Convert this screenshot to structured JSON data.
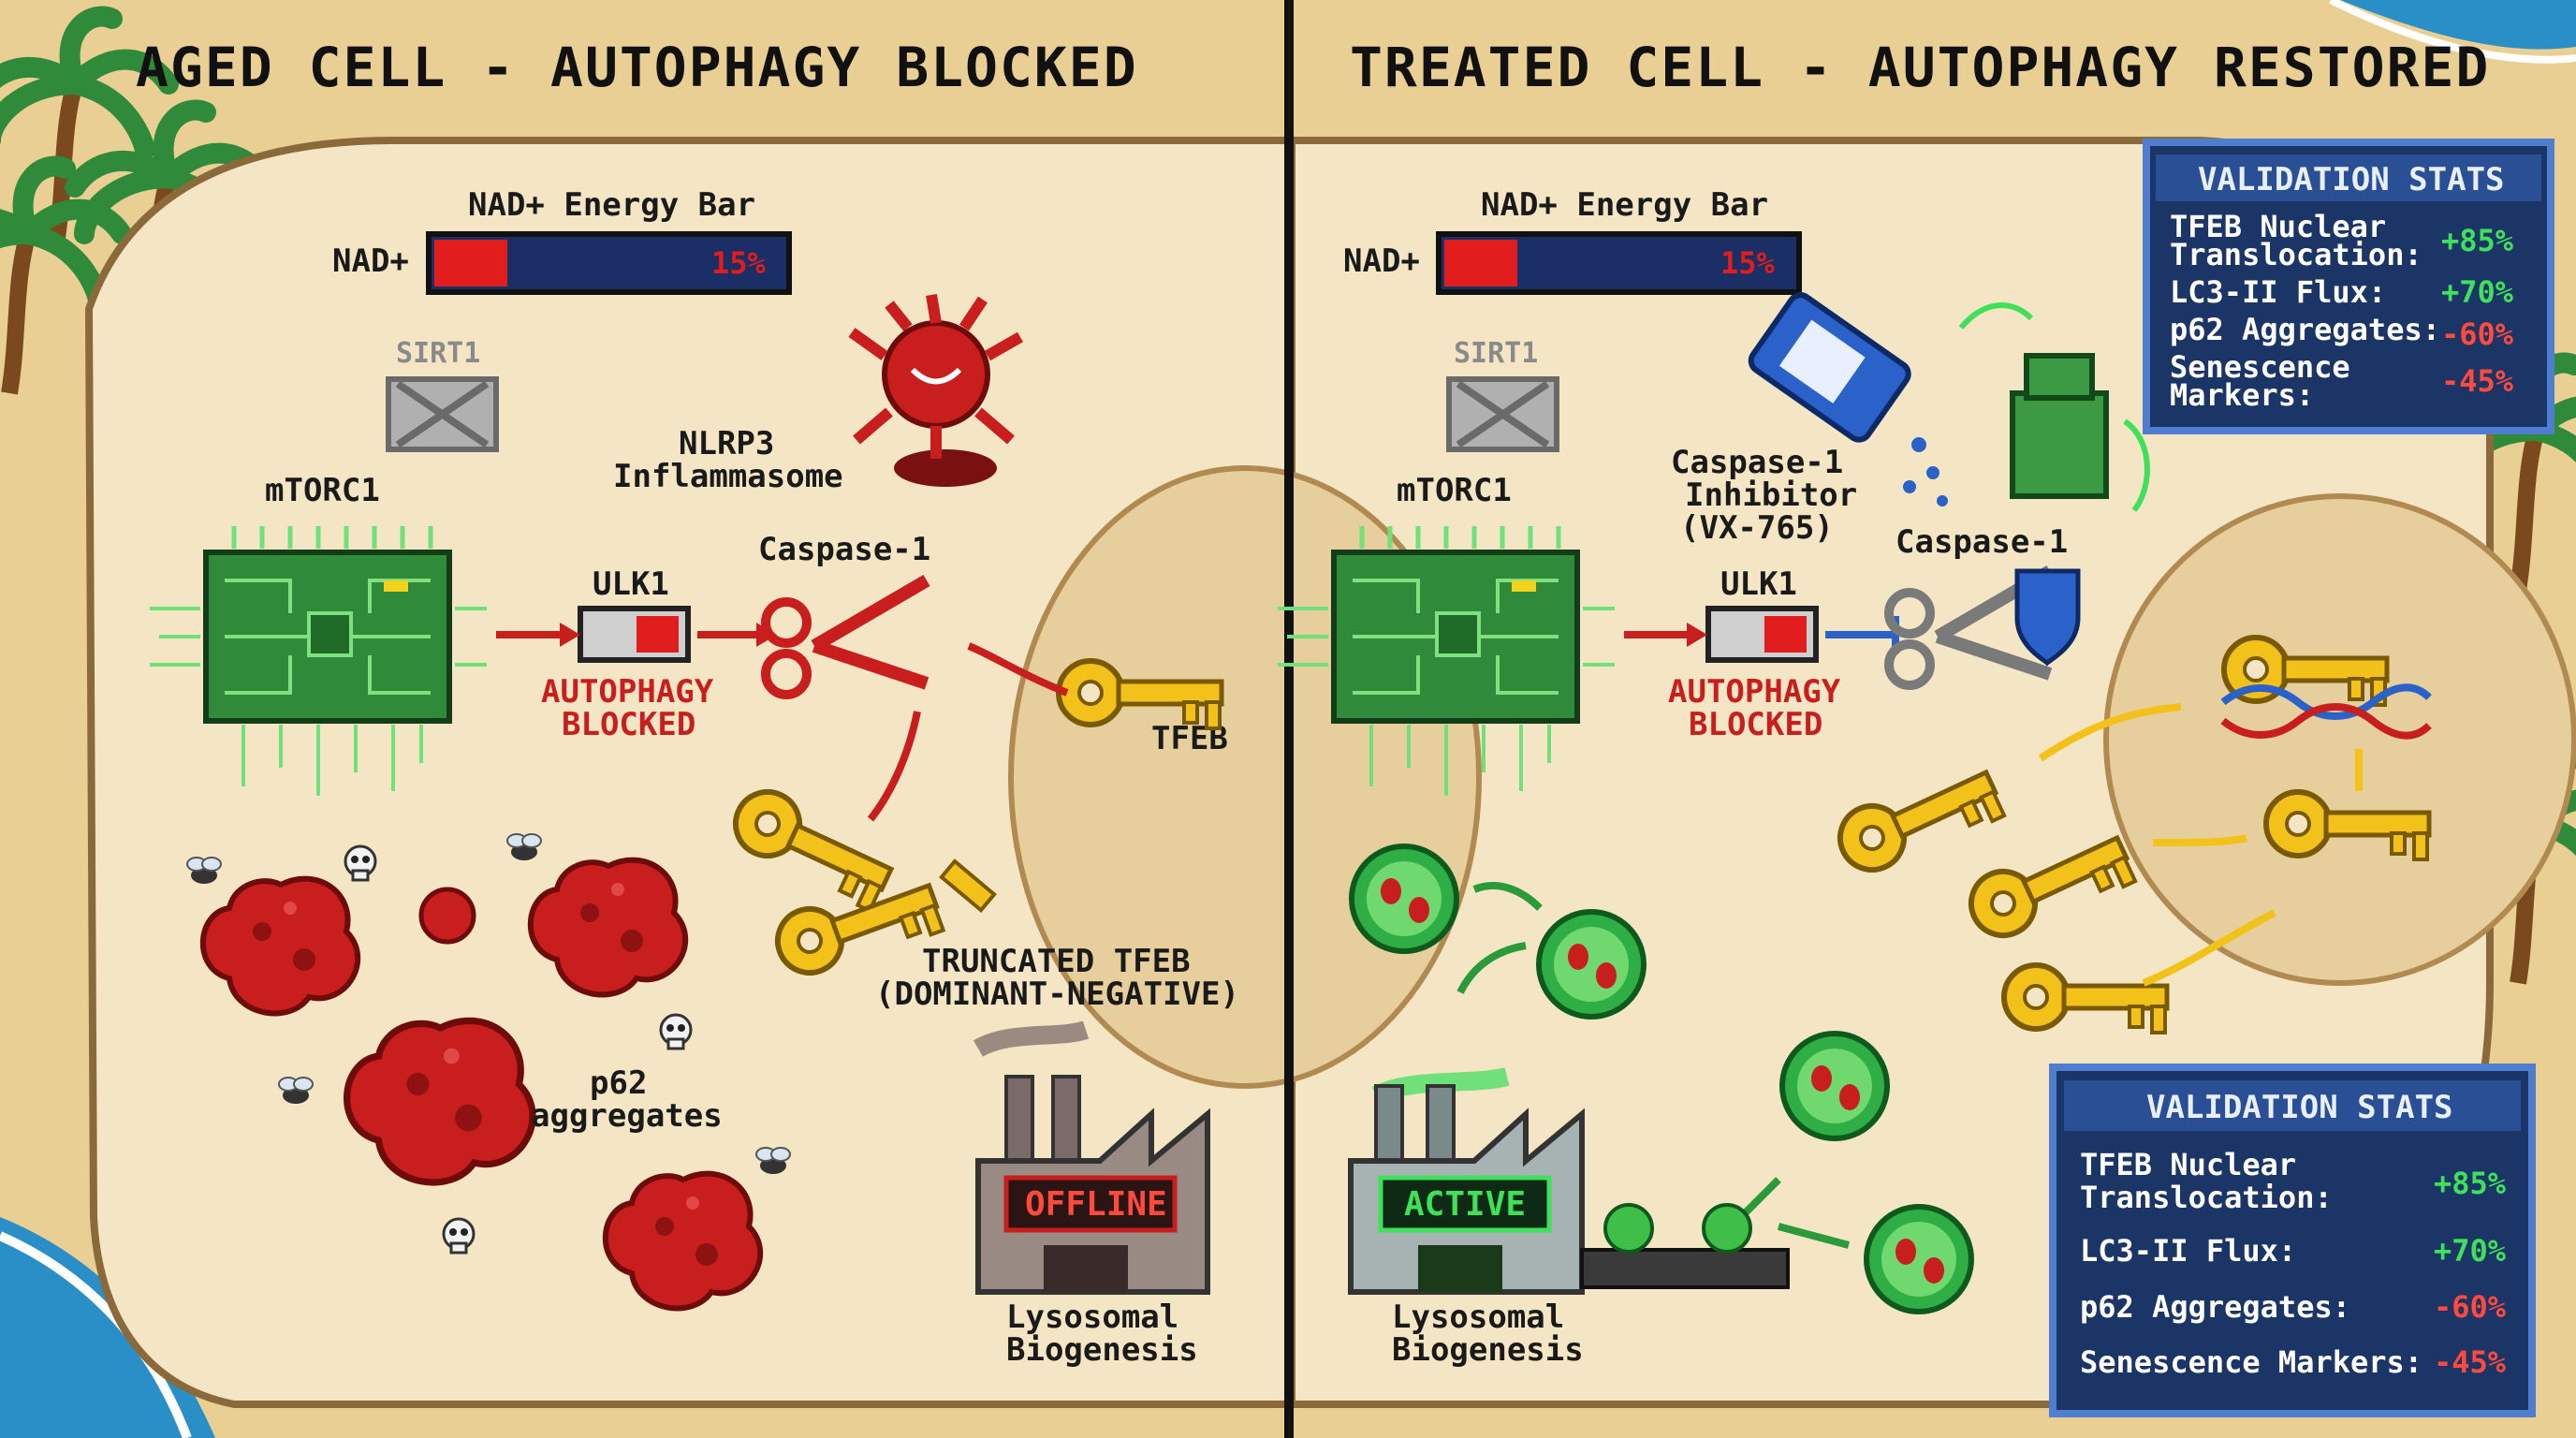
{
  "left": {
    "title": "AGED CELL - AUTOPHAGY BLOCKED",
    "nad_bar": {
      "heading": "NAD+ Energy Bar",
      "prefix": "NAD+",
      "value_text": "15%",
      "fill_fraction": 0.15
    },
    "sirt1": "SIRT1",
    "mtorc1": "mTORC1",
    "ulk1": "ULK1",
    "autophagy_blocked": [
      "AUTOPHAGY",
      "BLOCKED"
    ],
    "nlrp3": [
      "NLRP3",
      "Inflammasome"
    ],
    "caspase1": "Caspase-1",
    "tfeb": "TFEB",
    "truncated_tfeb": [
      "TRUNCATED TFEB",
      "(DOMINANT-NEGATIVE)"
    ],
    "p62": [
      "p62",
      "aggregates"
    ],
    "factory_sign": "OFFLINE",
    "lysosomal": [
      "Lysosomal",
      "Biogenesis"
    ]
  },
  "right": {
    "title": "TREATED CELL - AUTOPHAGY RESTORED",
    "nad_bar": {
      "heading": "NAD+ Energy Bar",
      "prefix": "NAD+",
      "value_text": "15%",
      "fill_fraction": 0.15
    },
    "sirt1": "SIRT1",
    "mtorc1": "mTORC1",
    "ulk1": "ULK1",
    "autophagy_blocked": [
      "AUTOPHAGY",
      "BLOCKED"
    ],
    "inhibitor": [
      "Caspase-1",
      "Inhibitor",
      "(VX-765)"
    ],
    "caspase1": "Caspase-1",
    "factory_sign": "ACTIVE",
    "lysosomal": [
      "Lysosomal",
      "Biogenesis"
    ]
  },
  "stats_top": {
    "title": "VALIDATION STATS",
    "rows": [
      {
        "label": [
          "TFEB Nuclear",
          "Translocation:"
        ],
        "value": "+85%",
        "kind": "pos"
      },
      {
        "label": [
          "LC3-II Flux:"
        ],
        "value": "+70%",
        "kind": "pos"
      },
      {
        "label": [
          "p62 Aggregates:"
        ],
        "value": "-60%",
        "kind": "neg"
      },
      {
        "label": [
          "Senescence",
          "Markers:"
        ],
        "value": "-45%",
        "kind": "neg"
      }
    ]
  },
  "stats_bottom": {
    "title": "VALIDATION STATS",
    "rows": [
      {
        "label": [
          "TFEB Nuclear",
          "Translocation:"
        ],
        "value": "+85%",
        "kind": "pos"
      },
      {
        "label": [
          "LC3-II Flux:"
        ],
        "value": "+70%",
        "kind": "pos"
      },
      {
        "label": [
          "p62 Aggregates:"
        ],
        "value": "-60%",
        "kind": "neg"
      },
      {
        "label": [
          "Senescence Markers:"
        ],
        "value": "-45%",
        "kind": "neg"
      }
    ]
  },
  "colors": {
    "sand": "#e9cf93",
    "cell": "#f4e6c4",
    "nucleus": "#e6cf9c",
    "chip_green": "#2f8a3a",
    "danger_red": "#c81e1e",
    "key_yellow": "#f2c21b",
    "panel_blue": "#1b3566",
    "positive_green": "#3fe05a",
    "negative_red": "#ff4a3d"
  }
}
